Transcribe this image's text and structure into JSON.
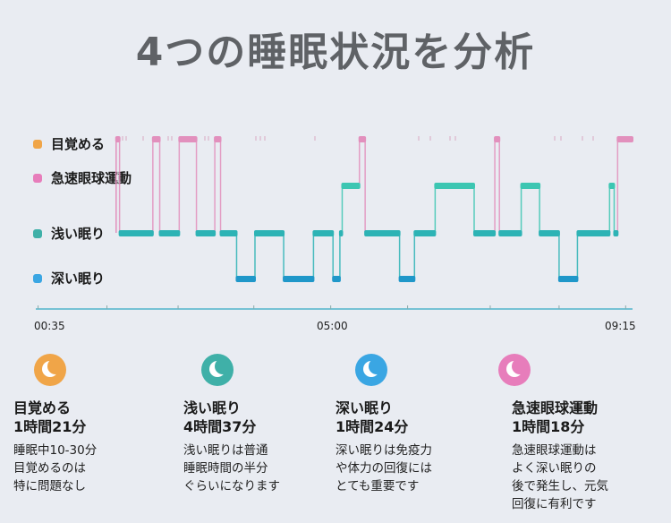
{
  "title": "4つの睡眠状況を分析",
  "legend": [
    {
      "label": "目覚める",
      "color": "#f0a548"
    },
    {
      "label": "急速眼球運動",
      "color": "#e77dbb"
    },
    {
      "label": "浅い眠り",
      "color": "#3fb0a8"
    },
    {
      "label": "深い眠り",
      "color": "#3aa6e3"
    }
  ],
  "chart_data": {
    "type": "line",
    "title": "",
    "xlabel": "",
    "ylabel": "",
    "x_start": "00:35",
    "x_end": "09:15",
    "x_range_minutes": [
      0,
      520
    ],
    "x_tick_labels": [
      {
        "label": "00:35",
        "minute": 0
      },
      {
        "label": "05:00",
        "minute": 265
      },
      {
        "label": "09:15",
        "minute": 520
      }
    ],
    "tick_minutes": [
      2,
      62,
      124,
      190,
      257,
      324,
      396,
      456,
      514
    ],
    "levels": [
      "深い眠り",
      "浅い眠り",
      "急速眼球運動",
      "目覚める"
    ],
    "segments": [
      [
        70,
        73,
        3
      ],
      [
        73,
        102,
        1
      ],
      [
        102,
        108,
        3
      ],
      [
        108,
        125,
        1
      ],
      [
        125,
        140,
        3
      ],
      [
        140,
        156,
        1
      ],
      [
        156,
        161,
        3
      ],
      [
        161,
        175,
        1
      ],
      [
        175,
        191,
        0
      ],
      [
        191,
        216,
        1
      ],
      [
        216,
        242,
        0
      ],
      [
        242,
        259,
        1
      ],
      [
        259,
        265,
        0
      ],
      [
        265,
        267,
        1
      ],
      [
        267,
        282,
        2
      ],
      [
        282,
        287,
        3
      ],
      [
        287,
        317,
        1
      ],
      [
        317,
        330,
        0
      ],
      [
        330,
        348,
        1
      ],
      [
        348,
        382,
        2
      ],
      [
        382,
        400,
        1
      ],
      [
        400,
        404,
        3
      ],
      [
        404,
        423,
        1
      ],
      [
        423,
        439,
        2
      ],
      [
        439,
        456,
        1
      ],
      [
        456,
        472,
        0
      ],
      [
        472,
        500,
        1
      ],
      [
        500,
        504,
        2
      ],
      [
        504,
        507,
        1
      ],
      [
        507,
        520,
        3
      ]
    ],
    "level_colors": [
      "#1f97c9",
      "#2db3b5",
      "#3cc6b2",
      "#e290bd"
    ],
    "axis_color": "#33a8c4"
  },
  "cards": [
    {
      "name": "目覚める",
      "duration": "1時間21分",
      "desc": "睡眠中10-30分\n目覚めるのは\n特に問題なし",
      "color": "#f0a548"
    },
    {
      "name": "浅い眠り",
      "duration": "4時間37分",
      "desc": "浅い眠りは普通\n睡眠時間の半分\nぐらいになります",
      "color": "#3fb0a8"
    },
    {
      "name": "深い眠り",
      "duration": "1時間24分",
      "desc": "深い眠りは免疫力\nや体力の回復には\nとても重要です",
      "color": "#3aa6e3"
    },
    {
      "name": "急速眼球運動",
      "duration": "1時間18分",
      "desc": "急速眼球運動は\nよく深い眠りの\n後で発生し、元気\n回復に有利です",
      "color": "#e77dbb"
    }
  ]
}
